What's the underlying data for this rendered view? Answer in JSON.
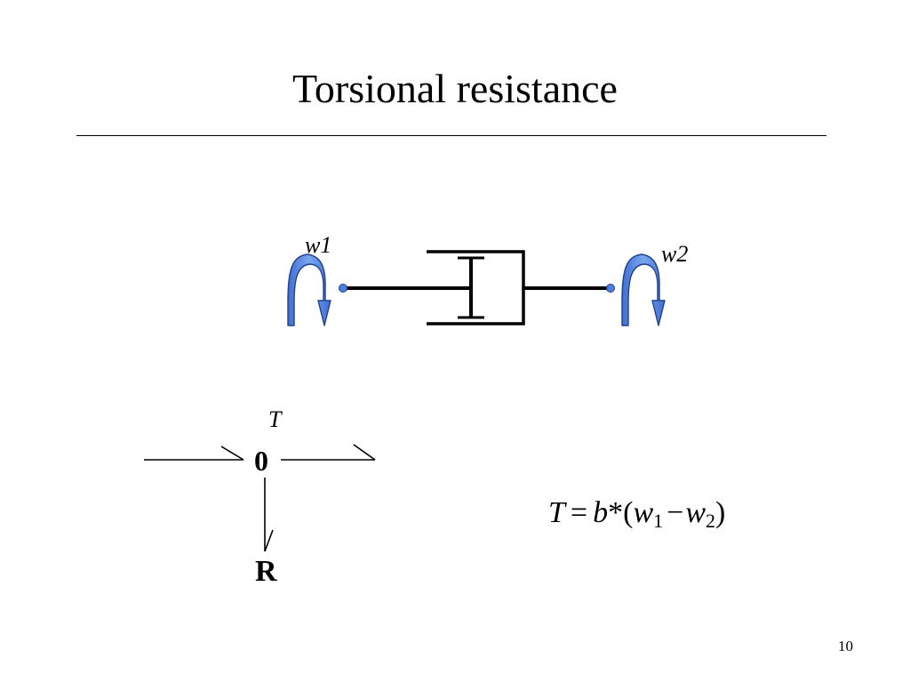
{
  "slide": {
    "title": "Torsional resistance",
    "page_number": "10"
  },
  "damper_diagram": {
    "left_label": "w1",
    "right_label": "w2"
  },
  "bond_graph": {
    "effort_label": "T",
    "junction_label": "0",
    "element_label": "R"
  },
  "equation": {
    "lhs": "T",
    "equals": "=",
    "coefficient": "b",
    "operator": "*",
    "open_paren": "(",
    "term1_var": "w",
    "term1_sub": "1",
    "minus": "−",
    "term2_var": "w",
    "term2_sub": "2",
    "close_paren": ")"
  },
  "colors": {
    "arrow_fill": "#5b8ee6",
    "arrow_stroke": "#1f3f8f",
    "text": "#000000"
  }
}
